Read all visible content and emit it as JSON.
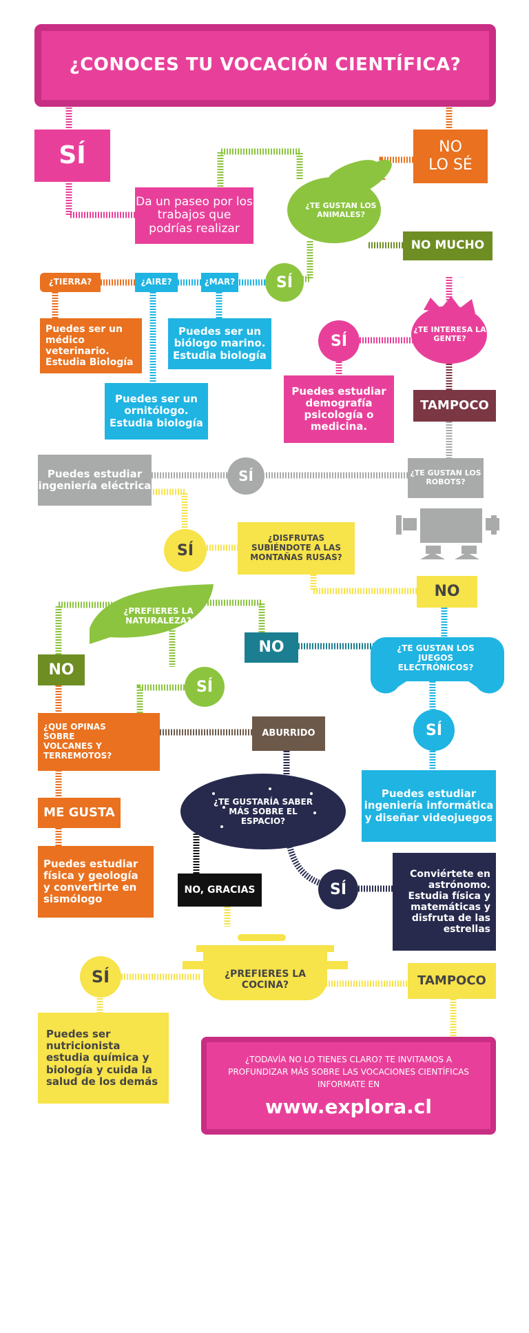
{
  "title": "¿CONOCES TU VOCACIÓN CIENTÍFICA?",
  "colors": {
    "pink": "#e8409a",
    "orange": "#e9711f",
    "green": "#8cc43f",
    "olive": "#6e8d23",
    "cyan": "#1fb4e2",
    "gray": "#a9aaaa",
    "yellow": "#f7e34a",
    "maroon": "#7b3744",
    "navy": "#272a4d",
    "teal": "#1b7f91",
    "brown": "#6d5949"
  },
  "nodes": {
    "si_start": "SÍ",
    "no_lo_se": "NO\nLO SÉ",
    "paseo": "Da un paseo por los trabajos que podrías realizar",
    "animales_q": "¿TE GUSTAN LOS ANIMALES?",
    "no_mucho": "NO MUCHO",
    "si_animales": "SÍ",
    "mar_q": "¿MAR?",
    "aire_q": "¿AIRE?",
    "tierra_q": "¿TIERRA?",
    "veterinario": "Puedes ser un médico veterinario. Estudia Biología",
    "biologo_marino": "Puedes ser un biólogo marino. Estudia biología",
    "ornitologo": "Puedes ser un ornitólogo. Estudia biología",
    "gente_q": "¿TE INTERESA LA GENTE?",
    "si_gente": "SÍ",
    "demografia": "Puedes estudiar demografía psicología o medicina.",
    "tampoco_1": "TAMPOCO",
    "robots_q": "¿TE GUSTAN LOS ROBOTS?",
    "si_robots": "SÍ",
    "electrica": "Puedes estudiar ingeniería eléctrica",
    "montanas_q": "¿DISFRUTAS SUBIÉNDOTE A LAS MONTAÑAS RUSAS?",
    "si_montanas": "SÍ",
    "no_robots": "NO",
    "naturaleza_q": "¿PREFIERES LA NATURALEZA?",
    "no_juegos": "NO",
    "juegos_q": "¿TE GUSTAN LOS JUEGOS ELECTRÓNICOS?",
    "no_naturaleza": "NO",
    "si_naturaleza": "SÍ",
    "volcanes_q": "¿QUE OPINAS SOBRE VOLCANES Y TERREMOTOS?",
    "aburrido": "ABURRIDO",
    "si_juegos": "SÍ",
    "informatica": "Puedes estudiar ingeniería informática y diseñar videojuegos",
    "me_gusta": "ME GUSTA",
    "espacio_q": "¿TE GUSTARÍA SABER MÁS SOBRE EL ESPACIO?",
    "sismologo": "Puedes estudiar física y geología y convertirte en sismólogo",
    "no_gracias": "NO, GRACIAS",
    "si_espacio": "SÍ",
    "astronomo": "Conviértete en astrónomo. Estudia física y matemáticas y disfruta de las estrellas",
    "si_cocina": "SÍ",
    "cocina_q": "¿PREFIERES LA COCINA?",
    "tampoco_2": "TAMPOCO",
    "nutricionista": "Puedes ser nutricionista estudia química y biología y cuida la salud de los demás"
  },
  "footer": {
    "text": "¿TODAVÍA NO LO TIENES CLARO? TE INVITAMOS A PROFUNDIZAR MÁS SOBRE LAS VOCACIONES CIENTÍFICAS INFORMATE EN",
    "url": "www.explora.cl"
  }
}
